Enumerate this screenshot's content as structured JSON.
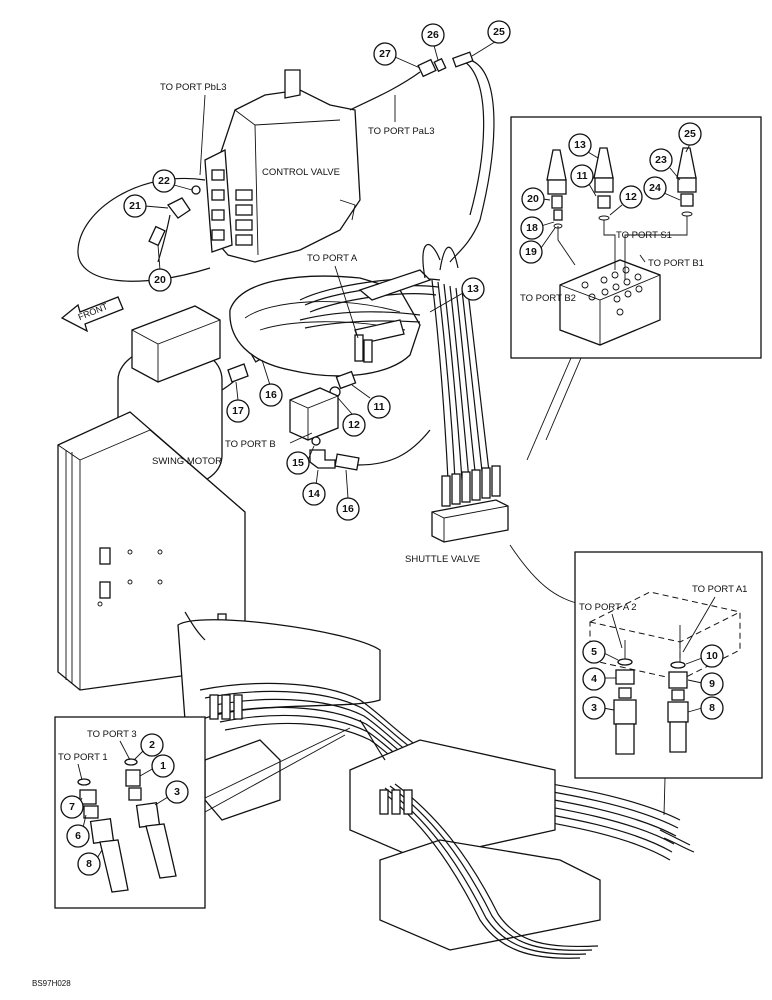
{
  "labels": {
    "to_port_pbl3": "TO PORT PbL3",
    "to_port_pal3": "TO PORT PaL3",
    "control_valve": "CONTROL VALVE",
    "to_port_a": "TO PORT A",
    "front": "FRONT",
    "to_port_b": "TO PORT B",
    "swing_motor": "SWING MOTOR",
    "shuttle_valve": "SHUTTLE VALVE",
    "to_port_s1": "TO PORT S1",
    "to_port_b1": "TO PORT B1",
    "to_port_b2": "TO PORT B2",
    "to_port_a2": "TO PORT A 2",
    "to_port_a1": "TO PORT A1",
    "to_port_3": "TO PORT 3",
    "to_port_1": "TO PORT 1",
    "figure_id": "BS97H028"
  },
  "callouts": {
    "c25": "25",
    "c26": "26",
    "c27": "27",
    "c22": "22",
    "c21": "21",
    "c20": "20",
    "c13": "13",
    "c16": "16",
    "c17": "17",
    "c11": "11",
    "c12": "12",
    "c15": "15",
    "c14": "14",
    "c16b": "16",
    "i13": "13",
    "i25": "25",
    "i11": "11",
    "i23": "23",
    "i20": "20",
    "i12": "12",
    "i24": "24",
    "i18": "18",
    "i19": "19",
    "r5": "5",
    "r10": "10",
    "r4": "4",
    "r9": "9",
    "r3": "3",
    "r8": "8",
    "l2": "2",
    "l1": "1",
    "l7": "7",
    "l3": "3",
    "l6": "6",
    "l8": "8"
  }
}
